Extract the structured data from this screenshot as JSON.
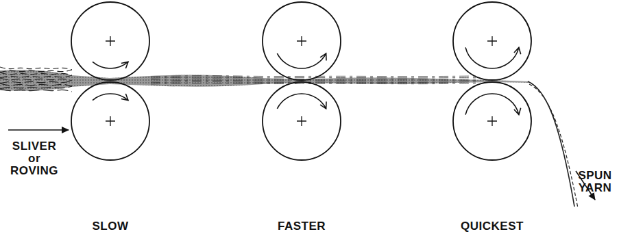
{
  "diagram": {
    "labels": [
      "SLIVER or ROVING",
      "SPUN YARN",
      "SLOW",
      "FASTER",
      "QUICKEST"
    ]
  }
}
